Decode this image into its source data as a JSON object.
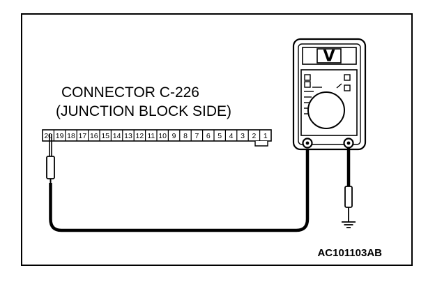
{
  "connector": {
    "line1": "CONNECTOR C-226",
    "line2": "(JUNCTION BLOCK SIDE)",
    "pins": [
      "20",
      "19",
      "18",
      "17",
      "16",
      "15",
      "14",
      "13",
      "12",
      "11",
      "10",
      "9",
      "8",
      "7",
      "6",
      "5",
      "4",
      "3",
      "2",
      "1"
    ],
    "probe_pin": "20"
  },
  "meter": {
    "symbol": "V"
  },
  "figure_code": "AC101103AB"
}
